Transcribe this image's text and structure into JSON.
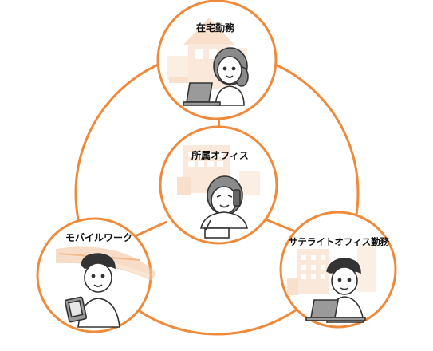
{
  "diagram": {
    "accent_color": "#ef8a3a",
    "nodes": [
      {
        "id": "home",
        "label": "在宅勤務",
        "icon": "house-icon",
        "person": "woman-with-laptop"
      },
      {
        "id": "office",
        "label": "所属オフィス",
        "icon": "office-building-icon",
        "person": "woman-on-phone"
      },
      {
        "id": "mobile",
        "label": "モバイルワーク",
        "icon": "bullet-train-icon",
        "person": "man-with-tablet"
      },
      {
        "id": "satellite",
        "label": "サテライトオフィス勤務",
        "icon": "city-building-icon",
        "person": "man-with-laptop"
      }
    ]
  }
}
